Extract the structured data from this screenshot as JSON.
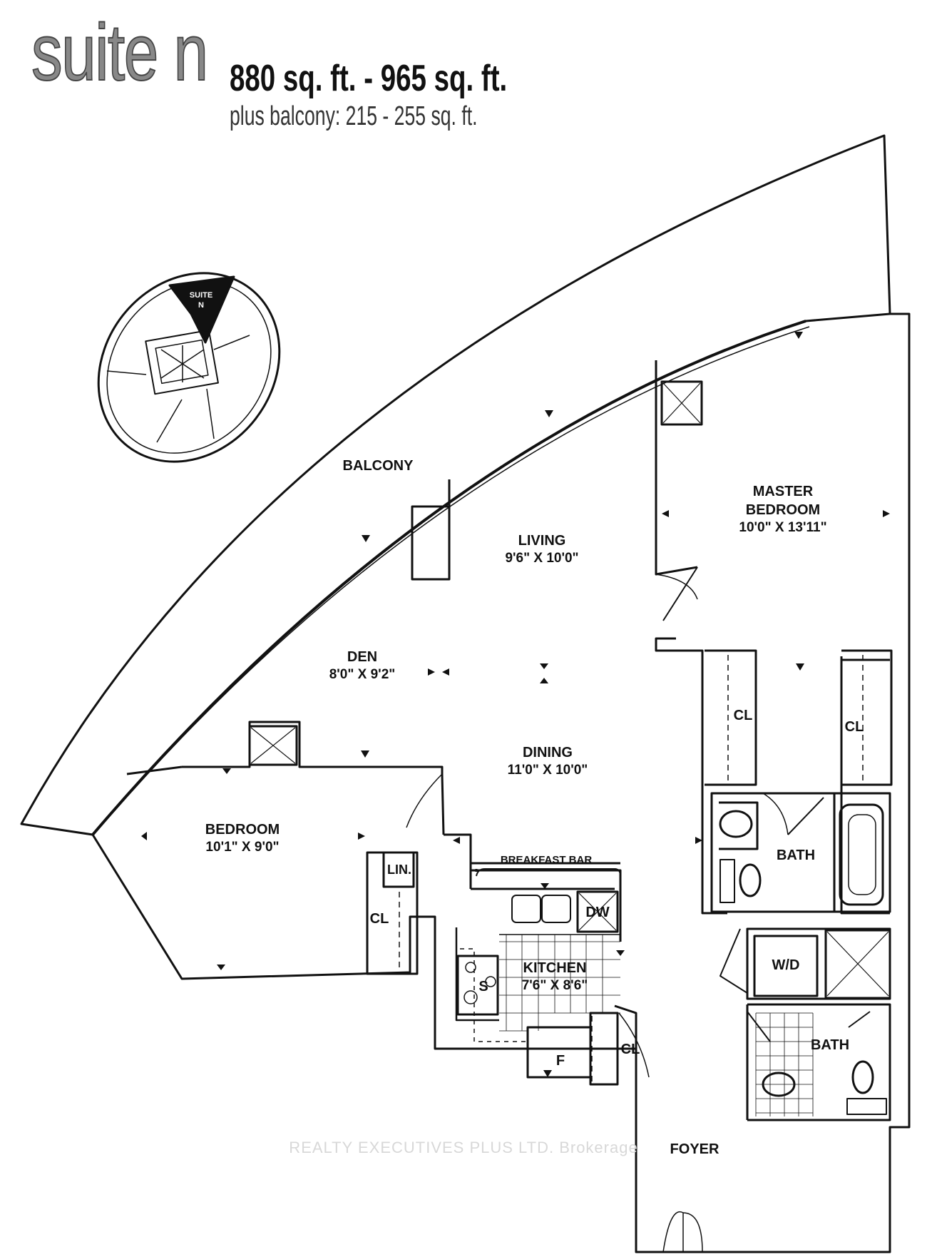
{
  "header": {
    "suite_name": "suite n",
    "area": "880 sq. ft. - 965 sq. ft.",
    "balcony": "plus balcony: 215 - 255 sq. ft."
  },
  "key_plan": {
    "suite_label_line1": "SUITE",
    "suite_label_line2": "N"
  },
  "rooms": {
    "balcony": "BALCONY",
    "master_bedroom_line1": "MASTER",
    "master_bedroom_line2": "BEDROOM",
    "master_bedroom_dim": "10'0\" X 13'11\"",
    "living": "LIVING",
    "living_dim": "9'6\" X 10'0\"",
    "den": "DEN",
    "den_dim": "8'0\" X 9'2\"",
    "dining": "DINING",
    "dining_dim": "11'0\" X 10'0\"",
    "bedroom": "BEDROOM",
    "bedroom_dim": "10'1\" X 9'0\"",
    "breakfast_bar": "BREAKFAST BAR",
    "kitchen": "KITCHEN",
    "kitchen_dim": "7'6\" X 8'6\"",
    "bath_master": "BATH",
    "bath_second": "BATH",
    "foyer": "FOYER"
  },
  "fixtures": {
    "closet_master_left": "CL",
    "closet_master_right": "CL",
    "closet_bedroom": "CL",
    "closet_foyer": "CL",
    "linen": "LIN.",
    "dishwasher": "DW",
    "stove": "S",
    "fridge": "F",
    "washer_dryer": "W/D"
  },
  "watermark": "REALTY EXECUTIVES PLUS LTD. Brokerage"
}
